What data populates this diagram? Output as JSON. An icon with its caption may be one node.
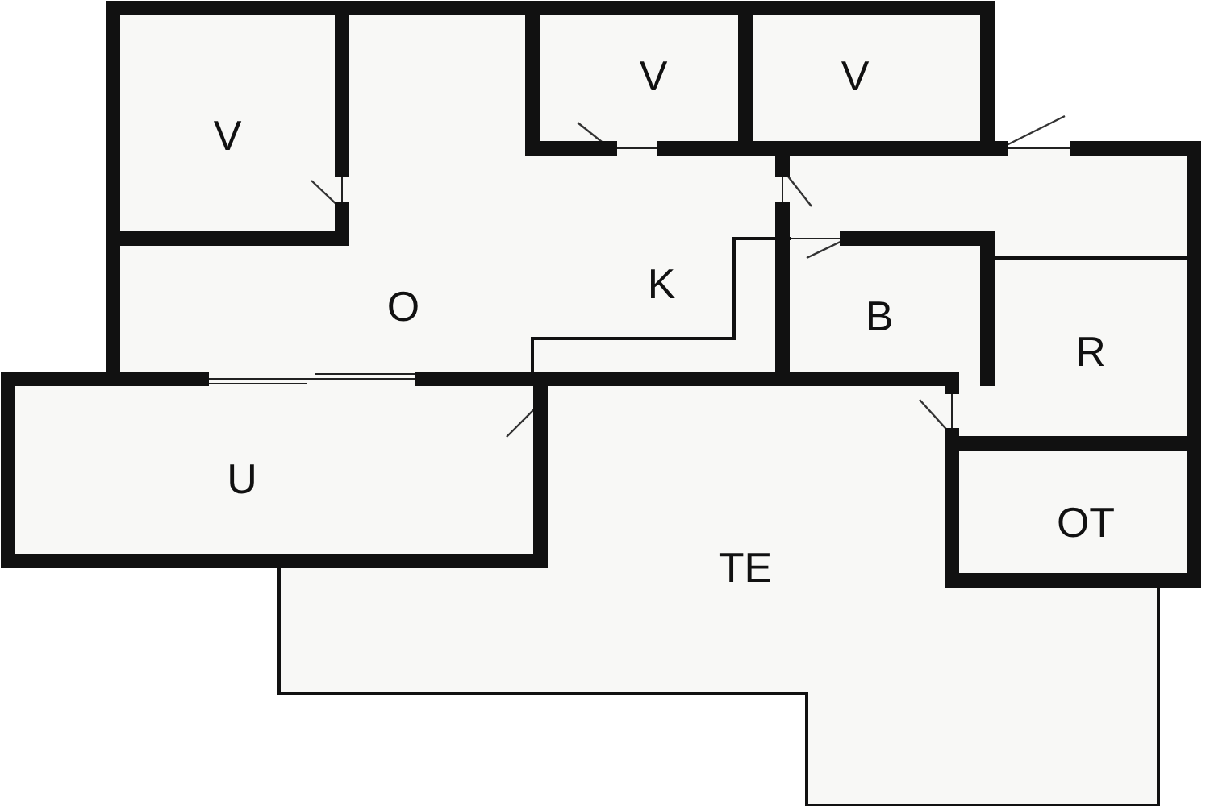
{
  "diagram": {
    "nodes": [
      {
        "text": [
          "V"
        ]
      },
      {
        "text": [
          "V"
        ]
      },
      {
        "text": [
          "V"
        ]
      },
      {
        "text": [
          "O"
        ]
      },
      {
        "text": [
          "K"
        ]
      },
      {
        "text": [
          "B"
        ]
      },
      {
        "text": [
          "R"
        ]
      },
      {
        "text": [
          "U"
        ]
      },
      {
        "text": [
          "OT"
        ]
      },
      {
        "text": [
          "TE"
        ]
      }
    ]
  }
}
